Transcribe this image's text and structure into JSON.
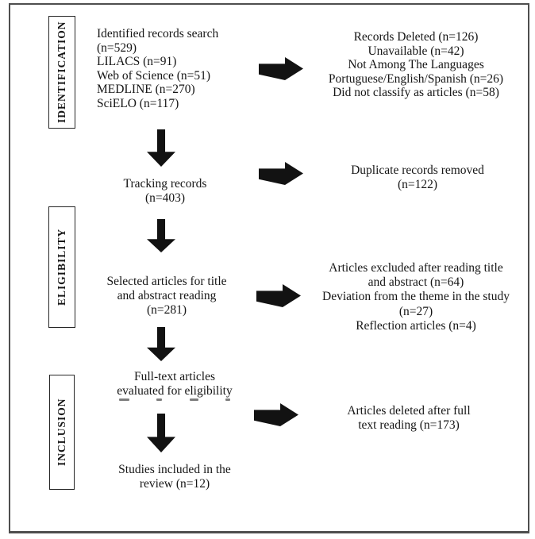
{
  "colors": {
    "ink": "#141414",
    "frame_border": "#4e4e4e",
    "stage_border": "#262626",
    "background": "#ffffff"
  },
  "flowchart": {
    "stages": [
      {
        "label": "IDENTIFICATION"
      },
      {
        "label": "ELIGIBILITY"
      },
      {
        "label": "INCLUSION"
      }
    ],
    "main_boxes": [
      {
        "lines": [
          "Identified records search",
          "(n=529)",
          "LILACS (n=91)",
          "Web of Science (n=51)",
          "MEDLINE (n=270)",
          "SciELO (n=117)"
        ]
      },
      {
        "lines": [
          "Tracking records",
          "(n=403)"
        ]
      },
      {
        "lines": [
          "Selected articles for title",
          "and abstract reading",
          "(n=281)"
        ]
      },
      {
        "lines": [
          "Full-text articles",
          "evaluated for eligibility"
        ]
      },
      {
        "lines": [
          "Studies included in the",
          "review (n=12)"
        ]
      }
    ],
    "exclusion_boxes": [
      {
        "lines": [
          "Records Deleted (n=126)",
          "Unavailable (n=42)",
          "Not Among The Languages",
          "Portuguese/English/Spanish (n=26)",
          "Did not classify as articles (n=58)"
        ]
      },
      {
        "lines": [
          "Duplicate records removed",
          "(n=122)"
        ]
      },
      {
        "lines": [
          "Articles excluded after reading title",
          "and abstract (n=64)",
          "Deviation from the theme in the study",
          "(n=27)",
          "Reflection articles (n=4)"
        ]
      },
      {
        "lines": [
          "Articles deleted after full",
          "text reading (n=173)"
        ]
      }
    ]
  }
}
